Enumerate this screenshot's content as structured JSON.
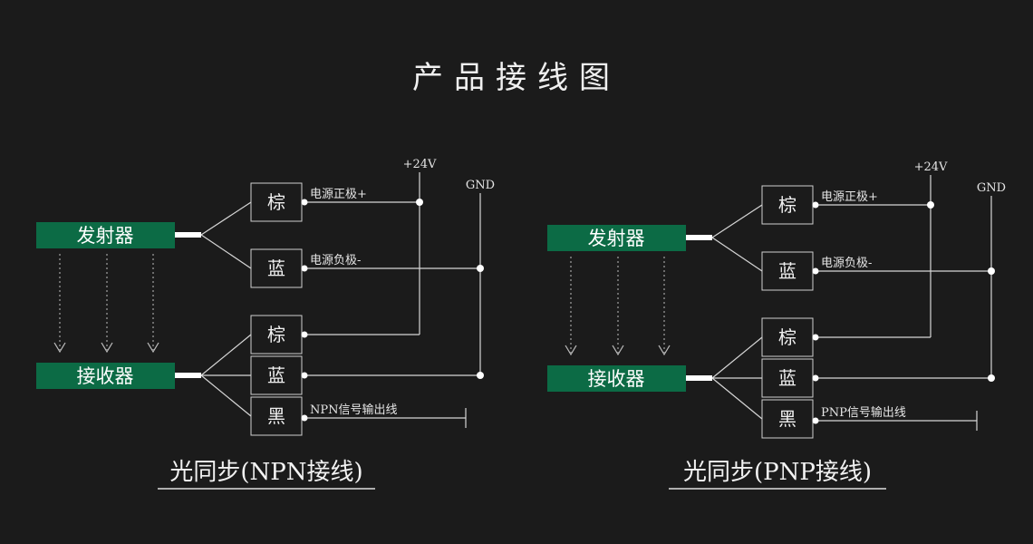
{
  "title": "产品接线图",
  "left": {
    "emitter": "发射器",
    "receiver": "接收器",
    "emitter_wires": [
      "棕",
      "蓝"
    ],
    "receiver_wires": [
      "棕",
      "蓝",
      "黑"
    ],
    "label_pos": "电源正极+",
    "label_neg": "电源负极-",
    "label_signal": "NPN信号输出线",
    "v24": "+24V",
    "gnd": "GND",
    "caption": "光同步(NPN接线)"
  },
  "right": {
    "emitter": "发射器",
    "receiver": "接收器",
    "emitter_wires": [
      "棕",
      "蓝"
    ],
    "receiver_wires": [
      "棕",
      "蓝",
      "黑"
    ],
    "label_pos": "电源正极+",
    "label_neg": "电源负极-",
    "label_signal": "PNP信号输出线",
    "v24": "+24V",
    "gnd": "GND",
    "caption": "光同步(PNP接线)"
  },
  "colors": {
    "background": "#1b1b1b",
    "device": "#0c6b45",
    "line": "#d6d6d6"
  }
}
